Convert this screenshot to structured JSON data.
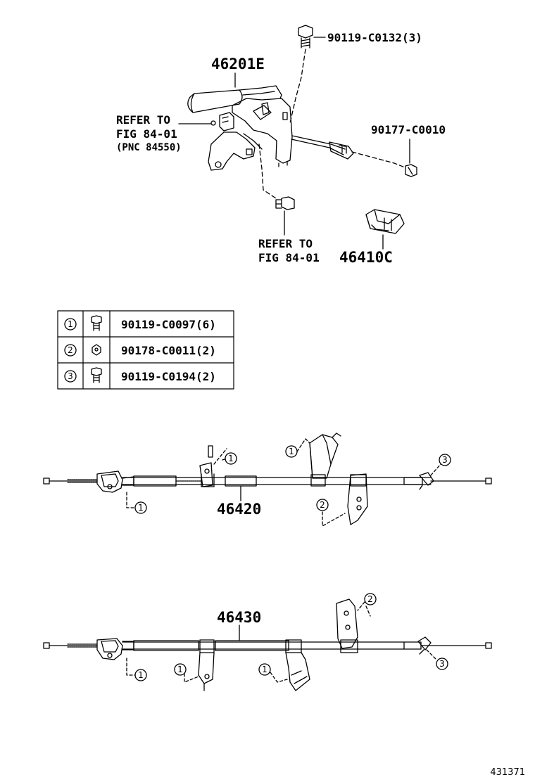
{
  "top": {
    "main_part": "46201E",
    "bolt_top": "90119-C0132(3)",
    "nut_right": "90177-C0010",
    "refer_left": [
      "REFER TO",
      "FIG 84-01",
      "(PNC 84550)"
    ],
    "refer_bottom": [
      "REFER TO",
      "FIG 84-01"
    ],
    "clip_part": "46410C"
  },
  "fastener_table": {
    "rows": [
      {
        "marker": "1",
        "icon": "bolt-icon",
        "part": "90119-C0097(6)"
      },
      {
        "marker": "2",
        "icon": "nut-icon",
        "part": "90178-C0011(2)"
      },
      {
        "marker": "3",
        "icon": "bolt-icon",
        "part": "90119-C0194(2)"
      }
    ]
  },
  "cable_1": {
    "part": "46420",
    "markers": [
      "1",
      "1",
      "1",
      "2",
      "3"
    ]
  },
  "cable_2": {
    "part": "46430",
    "markers": [
      "1",
      "1",
      "1",
      "2",
      "3"
    ]
  },
  "diagram_number": "431371"
}
